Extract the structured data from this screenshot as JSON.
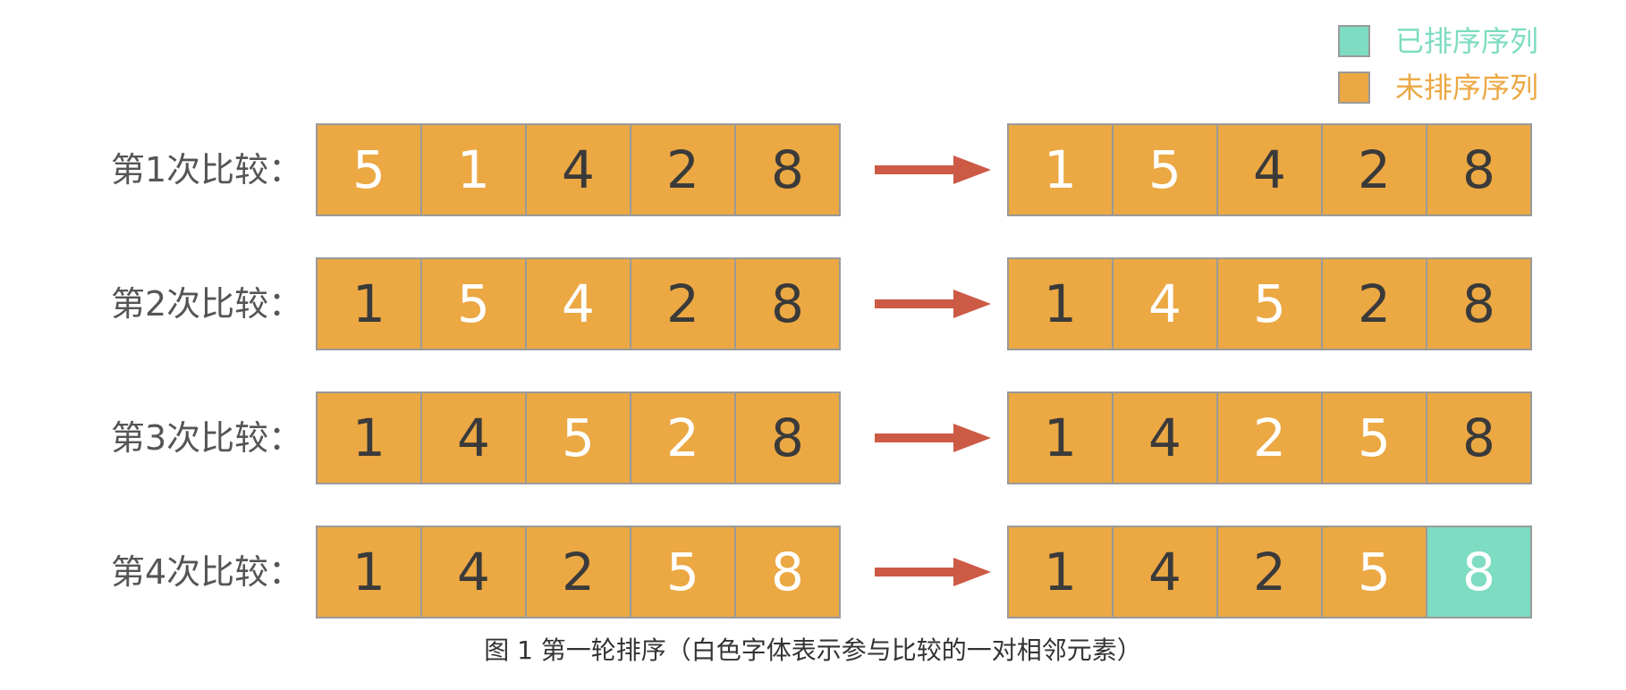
{
  "colors": {
    "sorted": "#7ddcc1",
    "unsorted": "#eba843",
    "arrow": "#cc5a44",
    "text_compared": "#ffffff",
    "text_normal": "#3a3a3a"
  },
  "legend": [
    {
      "label": "已排序序列",
      "state": "sorted"
    },
    {
      "label": "未排序序列",
      "state": "unsorted"
    }
  ],
  "rows": [
    {
      "label": "第1次比较：",
      "before": [
        {
          "value": "5",
          "highlight": true,
          "state": "unsorted"
        },
        {
          "value": "1",
          "highlight": true,
          "state": "unsorted"
        },
        {
          "value": "4",
          "highlight": false,
          "state": "unsorted"
        },
        {
          "value": "2",
          "highlight": false,
          "state": "unsorted"
        },
        {
          "value": "8",
          "highlight": false,
          "state": "unsorted"
        }
      ],
      "after": [
        {
          "value": "1",
          "highlight": true,
          "state": "unsorted"
        },
        {
          "value": "5",
          "highlight": true,
          "state": "unsorted"
        },
        {
          "value": "4",
          "highlight": false,
          "state": "unsorted"
        },
        {
          "value": "2",
          "highlight": false,
          "state": "unsorted"
        },
        {
          "value": "8",
          "highlight": false,
          "state": "unsorted"
        }
      ]
    },
    {
      "label": "第2次比较：",
      "before": [
        {
          "value": "1",
          "highlight": false,
          "state": "unsorted"
        },
        {
          "value": "5",
          "highlight": true,
          "state": "unsorted"
        },
        {
          "value": "4",
          "highlight": true,
          "state": "unsorted"
        },
        {
          "value": "2",
          "highlight": false,
          "state": "unsorted"
        },
        {
          "value": "8",
          "highlight": false,
          "state": "unsorted"
        }
      ],
      "after": [
        {
          "value": "1",
          "highlight": false,
          "state": "unsorted"
        },
        {
          "value": "4",
          "highlight": true,
          "state": "unsorted"
        },
        {
          "value": "5",
          "highlight": true,
          "state": "unsorted"
        },
        {
          "value": "2",
          "highlight": false,
          "state": "unsorted"
        },
        {
          "value": "8",
          "highlight": false,
          "state": "unsorted"
        }
      ]
    },
    {
      "label": "第3次比较：",
      "before": [
        {
          "value": "1",
          "highlight": false,
          "state": "unsorted"
        },
        {
          "value": "4",
          "highlight": false,
          "state": "unsorted"
        },
        {
          "value": "5",
          "highlight": true,
          "state": "unsorted"
        },
        {
          "value": "2",
          "highlight": true,
          "state": "unsorted"
        },
        {
          "value": "8",
          "highlight": false,
          "state": "unsorted"
        }
      ],
      "after": [
        {
          "value": "1",
          "highlight": false,
          "state": "unsorted"
        },
        {
          "value": "4",
          "highlight": false,
          "state": "unsorted"
        },
        {
          "value": "2",
          "highlight": true,
          "state": "unsorted"
        },
        {
          "value": "5",
          "highlight": true,
          "state": "unsorted"
        },
        {
          "value": "8",
          "highlight": false,
          "state": "unsorted"
        }
      ]
    },
    {
      "label": "第4次比较：",
      "before": [
        {
          "value": "1",
          "highlight": false,
          "state": "unsorted"
        },
        {
          "value": "4",
          "highlight": false,
          "state": "unsorted"
        },
        {
          "value": "2",
          "highlight": false,
          "state": "unsorted"
        },
        {
          "value": "5",
          "highlight": true,
          "state": "unsorted"
        },
        {
          "value": "8",
          "highlight": true,
          "state": "unsorted"
        }
      ],
      "after": [
        {
          "value": "1",
          "highlight": false,
          "state": "unsorted"
        },
        {
          "value": "4",
          "highlight": false,
          "state": "unsorted"
        },
        {
          "value": "2",
          "highlight": false,
          "state": "unsorted"
        },
        {
          "value": "5",
          "highlight": true,
          "state": "unsorted"
        },
        {
          "value": "8",
          "highlight": true,
          "state": "sorted"
        }
      ]
    }
  ],
  "caption": "图 1 第一轮排序（白色字体表示参与比较的一对相邻元素）"
}
